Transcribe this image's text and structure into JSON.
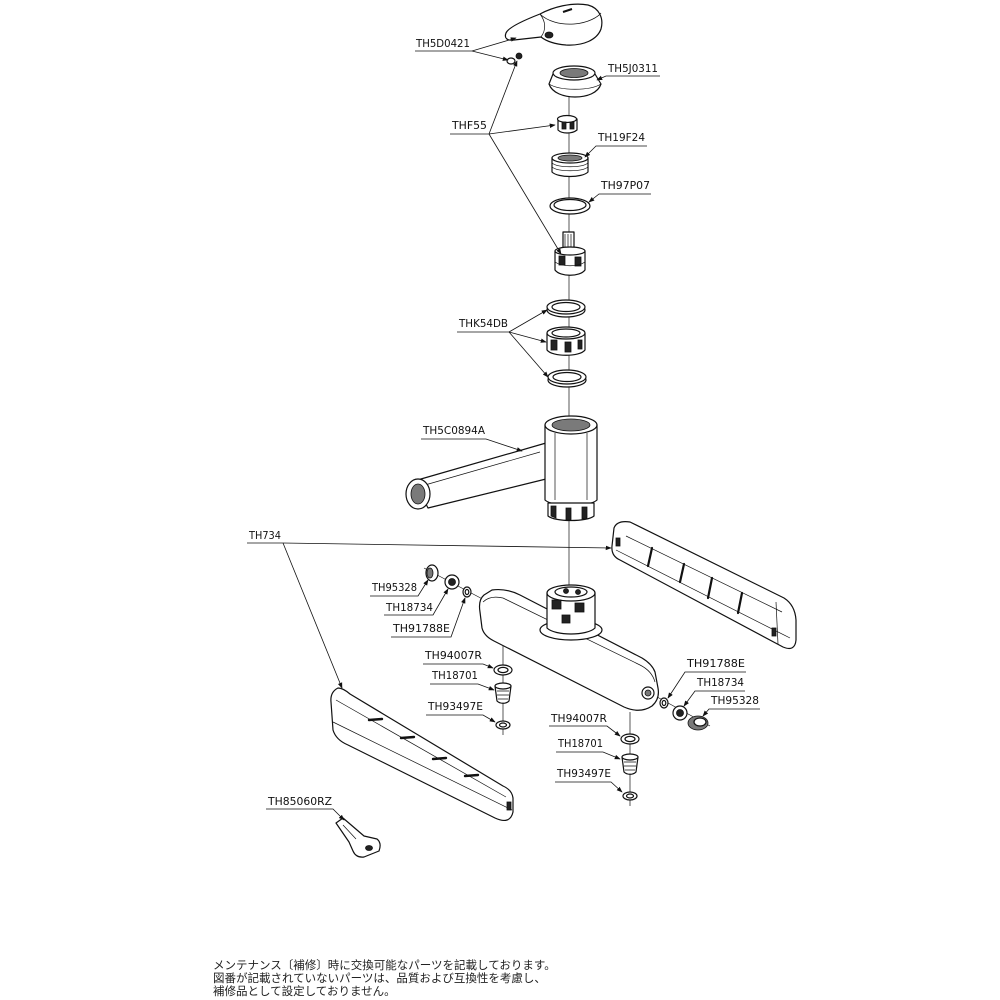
{
  "callouts": [
    "TH5D0421",
    "TH5J0311",
    "THF55",
    "TH19F24",
    "TH97P07",
    "THK54DB",
    "TH5C0894A",
    "TH734",
    "TH95328",
    "TH18734",
    "TH91788E",
    "TH94007R",
    "TH18701",
    "TH93497E",
    "TH91788E",
    "TH18734",
    "TH95328",
    "TH94007R",
    "TH18701",
    "TH93497E",
    "TH85060RZ"
  ],
  "note": [
    "メンテナンス〔補修〕時に交換可能なパーツを記載しております。",
    "図番が記載されていないパーツは、品質および互換性を考慮し、",
    "補修品として設定しておりません。"
  ],
  "colors": {
    "line": "#111111",
    "shade": "#7a7a7a",
    "background": "#ffffff"
  }
}
